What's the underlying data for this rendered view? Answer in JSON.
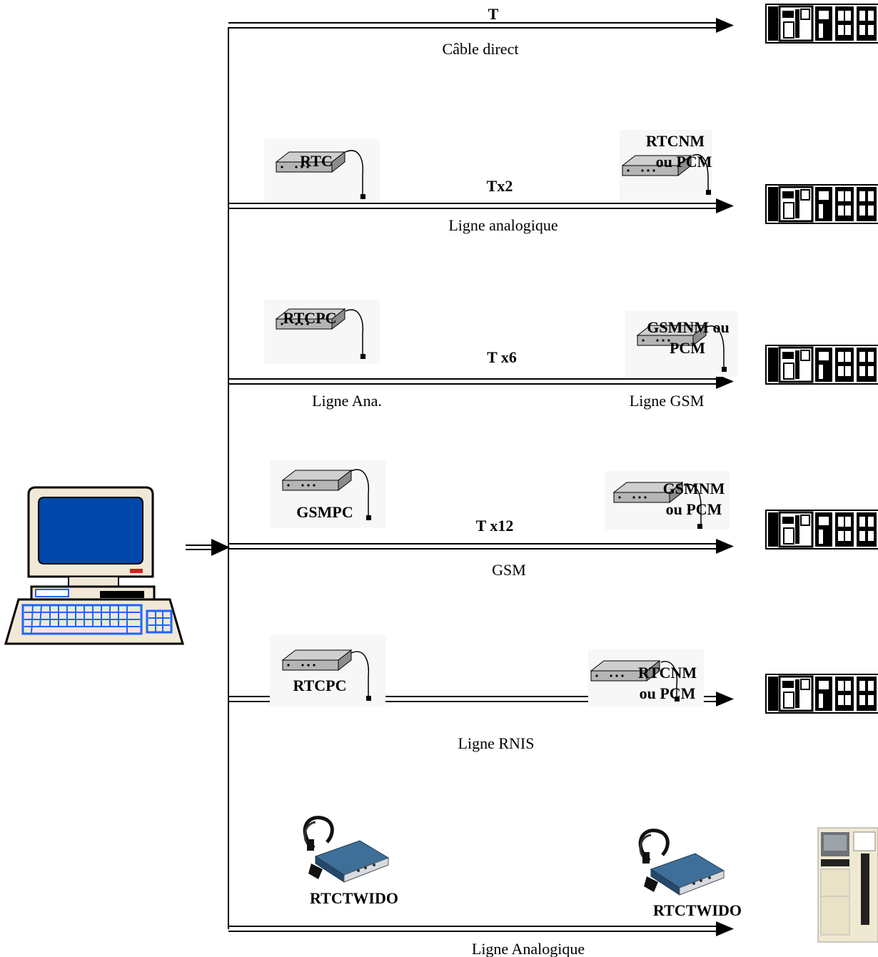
{
  "links": [
    {
      "speed": "T",
      "line": "Câble direct",
      "line_left": "",
      "left_modem": null,
      "right_modem": null,
      "target": "plc"
    },
    {
      "speed": "Tx2",
      "line": "Ligne analogique",
      "line_left": "",
      "left_modem": {
        "label": "RTC",
        "kind": "modem"
      },
      "right_modem": {
        "label": [
          "RTCNM",
          "ou PCM"
        ],
        "kind": "modem"
      },
      "target": "plc"
    },
    {
      "speed": "T x6",
      "line": "Ligne GSM",
      "line_left": "Ligne Ana.",
      "left_modem": {
        "label": "RTCPC",
        "kind": "modem"
      },
      "right_modem": {
        "label": [
          "GSMNM ou",
          "PCM"
        ],
        "kind": "modem"
      },
      "target": "plc"
    },
    {
      "speed": "T x12",
      "line": "GSM",
      "line_left": "",
      "left_modem": {
        "label": "GSMPC",
        "kind": "modem"
      },
      "right_modem": {
        "label": [
          "GSMNM",
          "ou PCM"
        ],
        "kind": "modem"
      },
      "target": "plc"
    },
    {
      "speed": "",
      "line": "Ligne RNIS",
      "line_left": "",
      "left_modem": {
        "label": "RTCPC",
        "kind": "modem"
      },
      "right_modem": {
        "label": [
          "RTCNM",
          "ou PCM"
        ],
        "kind": "modem"
      },
      "target": "plc"
    },
    {
      "speed": "",
      "line": "Ligne Analogique",
      "line_left": "",
      "left_modem": {
        "label": "RTCTWIDO",
        "kind": "twido"
      },
      "right_modem": {
        "label": "RTCTWIDO",
        "kind": "twido"
      },
      "target": "twido-plc"
    }
  ],
  "icons": {
    "pc": "desktop-computer-icon",
    "plc": "plc-rack-icon",
    "twido_plc": "twido-controller-icon",
    "modem": "modem-icon",
    "twido_modem": "twido-modem-icon"
  },
  "colors": {
    "screen": "#0047ab",
    "keyboard": "#1e64ff",
    "case": "#f1e8d8",
    "modem_body": "#a8a8a8",
    "twido_modem": "#2f5f86",
    "twido_plc": "#efe9d1"
  }
}
